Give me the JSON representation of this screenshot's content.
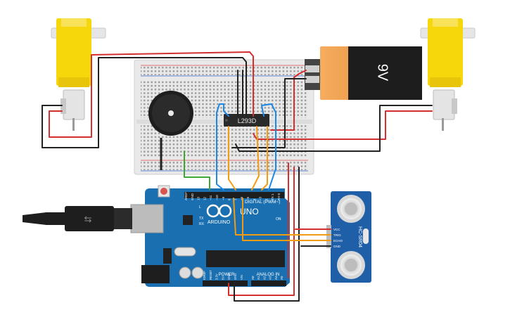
{
  "battery": {
    "label": "9V",
    "terminal_plus": "+",
    "terminal_minus": "-"
  },
  "ic": {
    "label": "L293D"
  },
  "arduino": {
    "brand": "ARDUINO",
    "model": "UNO",
    "digital_header": "DIGITAL (PWM~)",
    "power_header": "POWER",
    "analog_header": "ANALOG IN",
    "led_l": "L",
    "led_tx": "TX",
    "led_rx": "RX",
    "led_on": "ON",
    "pins_top": [
      "AREF",
      "GND",
      "13",
      "12",
      "~11",
      "~10",
      "~9",
      "8",
      "7",
      "~6",
      "~5",
      "4",
      "~3",
      "2",
      "TX 1",
      "RX 0"
    ],
    "pins_power": [
      "IOREF",
      "RESET",
      "3.3V",
      "5V",
      "GND",
      "GND",
      "VIN"
    ],
    "pins_analog": [
      "A0",
      "A1",
      "A2",
      "A3",
      "A4",
      "A5"
    ]
  },
  "ultrasonic": {
    "model": "HC-SR04",
    "pins": [
      "VCC",
      "TRIG",
      "ECHO",
      "GND"
    ]
  },
  "colors": {
    "red": "#d32f2f",
    "black": "#222222",
    "blue": "#1e88e5",
    "orange": "#f39c12",
    "green": "#3fa535",
    "arduino": "#1a6fb0",
    "sensor": "#1f5fa8",
    "motor_yellow": "#f5d70c"
  }
}
